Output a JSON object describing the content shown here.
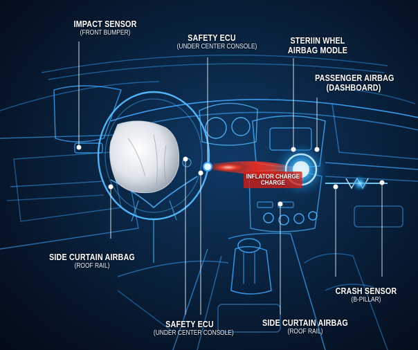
{
  "labels": {
    "impact_sensor": {
      "title": "IMPACT SENSOR",
      "sub": "(FRONT BUMPER)"
    },
    "safety_ecu_top": {
      "title": "SAFETY ECU",
      "sub": "(UNDER CENTER CONSOLE)"
    },
    "steering_wheel_airbag": {
      "title": "STERIIN WHEL",
      "title2": "AIRBAG MODLE"
    },
    "passenger_airbag": {
      "title": "PASSENGER AIRBAG",
      "sub": "(DASHBOARD)"
    },
    "side_curtain_left": {
      "title": "SIDE CURTAIN AIRBAG",
      "sub": "(ROOF RAIL)"
    },
    "crash_sensor": {
      "title": "CRASH SENSOR",
      "sub": "(B-PILLAR)"
    },
    "safety_ecu_bottom": {
      "title": "SAFETY ECU",
      "sub": "(UNDER CENTER CONSOLE)"
    },
    "side_curtain_bottom": {
      "title": "SIDE CURTAIN AIRBAG",
      "sub": "(ROOF RAIL)"
    },
    "inflator": {
      "line1": "INFLATOR CHARGE",
      "line2": "CHARGE"
    }
  },
  "colors": {
    "background": "#061427",
    "wireframe": "#3fa8ff",
    "glow": "#7fd4ff",
    "inflator_red": "#e0281e",
    "airbag": "#e9edf2"
  }
}
